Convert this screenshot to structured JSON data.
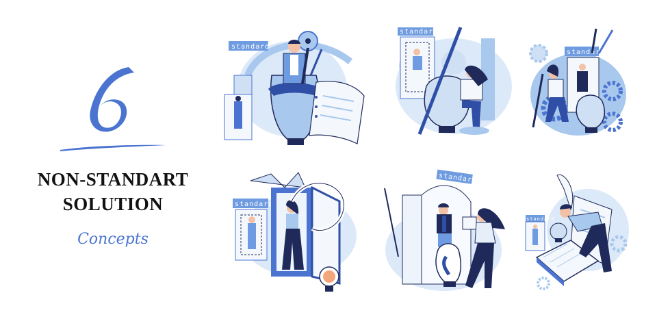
{
  "header": {
    "number": "6",
    "title_line1": "NON-STANDART",
    "title_line2": "SOLUTION",
    "subtitle": "Concepts"
  },
  "colors": {
    "accent_blue": "#4a74d0",
    "light_blue": "#a9c8ee",
    "pale_blue": "#dce9f8",
    "navy": "#1f2a5a",
    "text_black": "#111111",
    "background": "#ffffff"
  },
  "illustrations": [
    {
      "id": "meditating-man-lightbulb",
      "label": "standard",
      "position": "top-1"
    },
    {
      "id": "woman-painting-lightbulb",
      "label": "standard",
      "position": "top-2"
    },
    {
      "id": "woman-gears-lightbulb",
      "label": "standard",
      "position": "top-3"
    },
    {
      "id": "woman-in-doorway",
      "label": "standard",
      "position": "bottom-1"
    },
    {
      "id": "woman-with-document",
      "label": "standard",
      "position": "bottom-2"
    },
    {
      "id": "man-reading-book",
      "label": "standard",
      "position": "bottom-3"
    }
  ]
}
